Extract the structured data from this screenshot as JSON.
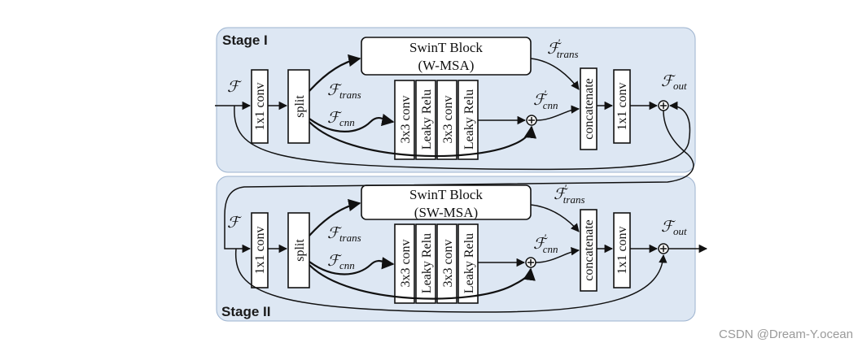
{
  "stages": [
    {
      "label": "Stage I",
      "swin_line1": "SwinT Block",
      "swin_line2": "(W-MSA)",
      "conv1x1_in": "1x1 conv",
      "split": "split",
      "conv3x3_a": "3x3 conv",
      "relu_a": "Leaky Relu",
      "conv3x3_b": "3x3 conv",
      "relu_b": "Leaky Relu",
      "concat": "concatenate",
      "conv1x1_out": "1x1 conv",
      "f_in": "ℱ",
      "f_trans_base": "ℱ",
      "f_trans_sub": "trans",
      "f_cnn_base": "ℱ",
      "f_cnn_sub": "cnn",
      "f_cnn_prime_base": "ℱ",
      "f_cnn_prime_sub": "cnn",
      "f_trans_prime_base": "ℱ",
      "f_trans_prime_sub": "trans",
      "f_out_base": "ℱ",
      "f_out_sub": "out",
      "prime": "′"
    },
    {
      "label": "Stage II",
      "swin_line1": "SwinT Block",
      "swin_line2": "(SW-MSA)",
      "conv1x1_in": "1x1 conv",
      "split": "split",
      "conv3x3_a": "3x3 conv",
      "relu_a": "Leaky Relu",
      "conv3x3_b": "3x3 conv",
      "relu_b": "Leaky Relu",
      "concat": "concatenate",
      "conv1x1_out": "1x1 conv",
      "f_in": "ℱ",
      "f_trans_base": "ℱ",
      "f_trans_sub": "trans",
      "f_cnn_base": "ℱ",
      "f_cnn_sub": "cnn",
      "f_cnn_prime_base": "ℱ",
      "f_cnn_prime_sub": "cnn",
      "f_trans_prime_base": "ℱ",
      "f_trans_prime_sub": "trans",
      "f_out_base": "ℱ",
      "f_out_sub": "out",
      "prime": "′"
    }
  ],
  "watermark": "CSDN @Dream-Y.ocean",
  "colors": {
    "stage_fill": "#dde7f3",
    "stage_border": "#9db3cf"
  }
}
